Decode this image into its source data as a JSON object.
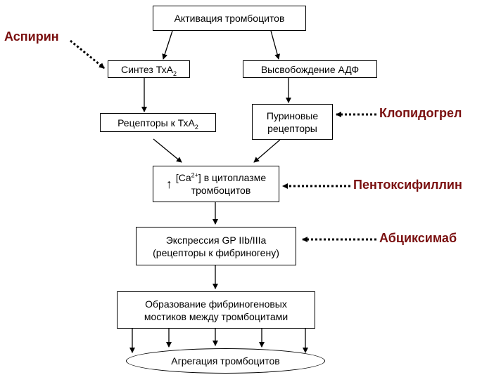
{
  "nodes": {
    "activation": {
      "label": "Активация тромбоцитов"
    },
    "txa2_synthesis": {
      "label": "Синтез ТхА",
      "sub": "2"
    },
    "adp_release": {
      "label": "Высвобождение АДФ"
    },
    "txa2_receptors": {
      "label": "Рецепторы к ТхА",
      "sub": "2"
    },
    "purine_receptors": {
      "line1": "Пуриновые",
      "line2": "рецепторы"
    },
    "calcium": {
      "arrow": "↑",
      "pre": "[Ca",
      "sup": "2+",
      "post": "] в цитоплазме",
      "line2": "тромбоцитов"
    },
    "gp_expression": {
      "line1": "Экспрессия GP IIb/IIIa",
      "line2": "(рецепторы к фибриногену)"
    },
    "bridges": {
      "line1": "Образование фибриногеновых",
      "line2": "мостиков между тромбоцитами"
    },
    "aggregation": {
      "label": "Агрегация тромбоцитов"
    }
  },
  "drugs": {
    "aspirin": "Аспирин",
    "clopidogrel": "Клопидогрел",
    "pentoxifylline": "Пентоксифиллин",
    "abciximab": "Абциксимаб"
  },
  "colors": {
    "drug": "#7a1010",
    "line": "#000000"
  }
}
